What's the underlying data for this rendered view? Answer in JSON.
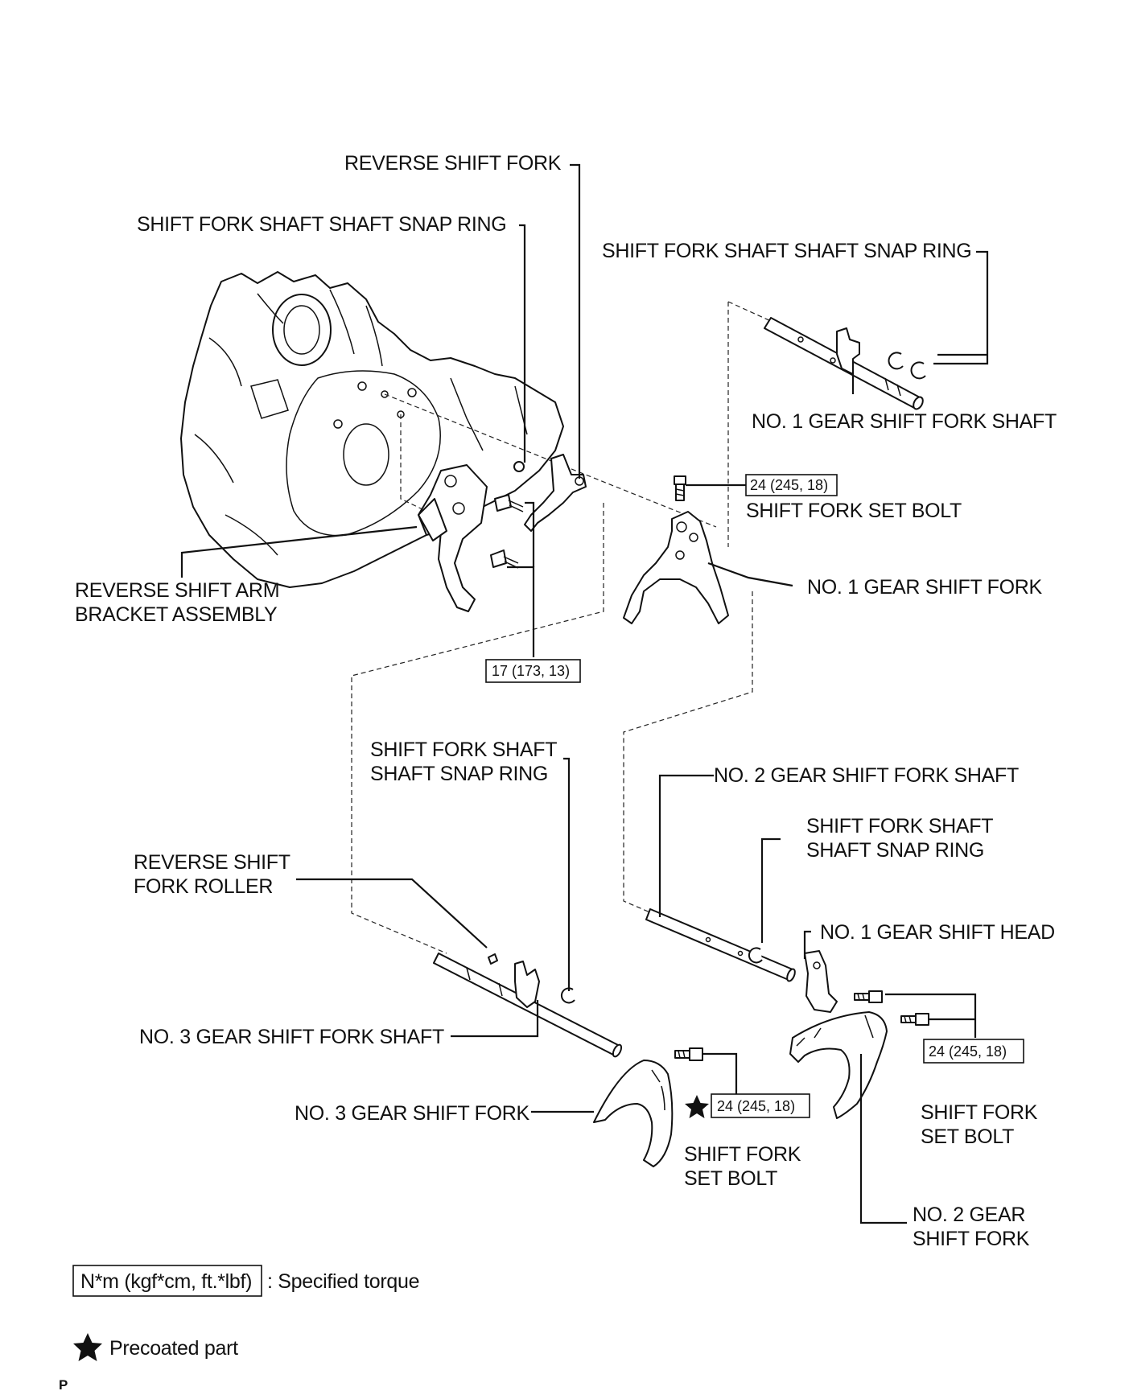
{
  "labels": {
    "reverse_shift_fork": "REVERSE SHIFT FORK",
    "snap_ring_top_left": "SHIFT FORK SHAFT SHAFT SNAP RING",
    "snap_ring_top_right": "SHIFT FORK SHAFT SHAFT SNAP RING",
    "no1_shaft": "NO. 1 GEAR SHIFT FORK SHAFT",
    "set_bolt_top": "SHIFT FORK SET BOLT",
    "no1_fork": "NO. 1 GEAR SHIFT FORK",
    "bracket_line1": "REVERSE SHIFT ARM",
    "bracket_line2": "BRACKET ASSEMBLY",
    "snap_ring_mid_line1": "SHIFT FORK SHAFT",
    "snap_ring_mid_line2": "SHAFT SNAP RING",
    "no2_shaft": "NO. 2 GEAR SHIFT FORK SHAFT",
    "snap_ring_right_line1": "SHIFT FORK SHAFT",
    "snap_ring_right_line2": "SHAFT SNAP RING",
    "roller_line1": "REVERSE SHIFT",
    "roller_line2": "FORK ROLLER",
    "no1_head": "NO. 1 GEAR SHIFT HEAD",
    "no3_shaft": "NO. 3 GEAR SHIFT FORK SHAFT",
    "no3_fork": "NO. 3 GEAR SHIFT FORK",
    "set_bolt_mid_line1": "SHIFT FORK",
    "set_bolt_mid_line2": "SET BOLT",
    "set_bolt_right_line1": "SHIFT FORK",
    "set_bolt_right_line2": "SET BOLT",
    "no2_fork_line1": "NO. 2 GEAR",
    "no2_fork_line2": "SHIFT FORK"
  },
  "torques": {
    "top": "24 (245, 18)",
    "bracket": "17 (173, 13)",
    "right": "24 (245, 18)",
    "middle": "24 (245, 18)"
  },
  "legend": {
    "torque_box": "N*m (kgf*cm, ft.*lbf)",
    "torque_text": ": Specified torque",
    "precoated_text": "Precoated part"
  },
  "corner_mark": "P"
}
